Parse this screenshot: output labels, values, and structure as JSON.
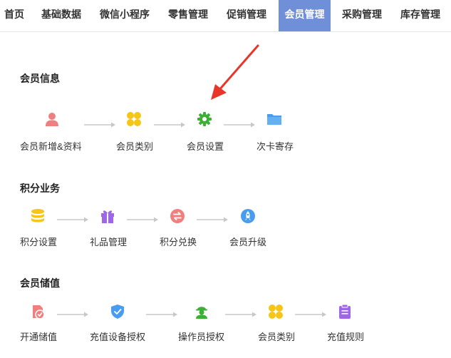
{
  "nav": {
    "tabs": [
      {
        "label": "首页"
      },
      {
        "label": "基础数据"
      },
      {
        "label": "微信小程序"
      },
      {
        "label": "零售管理"
      },
      {
        "label": "促销管理"
      },
      {
        "label": "会员管理"
      },
      {
        "label": "采购管理"
      },
      {
        "label": "库存管理"
      }
    ],
    "active_tab": "会员管理"
  },
  "sections": [
    {
      "title": "会员信息",
      "items": [
        {
          "label": "会员新增&资料",
          "icon": "user-icon",
          "color": "#f08080"
        },
        {
          "label": "会员类别",
          "icon": "clover-icon",
          "color": "#f5c518"
        },
        {
          "label": "会员设置",
          "icon": "gear-icon",
          "color": "#3cb034"
        },
        {
          "label": "次卡寄存",
          "icon": "folder-icon",
          "color": "#4a9cf0"
        }
      ]
    },
    {
      "title": "积分业务",
      "items": [
        {
          "label": "积分设置",
          "icon": "coins-icon",
          "color": "#f5c518"
        },
        {
          "label": "礼品管理",
          "icon": "gift-icon",
          "color": "#a066e8"
        },
        {
          "label": "积分兑换",
          "icon": "exchange-icon",
          "color": "#f08080"
        },
        {
          "label": "会员升级",
          "icon": "rocket-icon",
          "color": "#4a9cf0"
        }
      ]
    },
    {
      "title": "会员储值",
      "items": [
        {
          "label": "开通储值",
          "icon": "card-check-icon",
          "color": "#f08080"
        },
        {
          "label": "充值设备授权",
          "icon": "shield-check-icon",
          "color": "#4a9cf0"
        },
        {
          "label": "操作员授权",
          "icon": "operator-icon",
          "color": "#3cb034"
        },
        {
          "label": "会员类别",
          "icon": "clover-icon",
          "color": "#f5c518"
        },
        {
          "label": "充值规则",
          "icon": "clipboard-icon",
          "color": "#a066e8"
        }
      ]
    }
  ],
  "colors": {
    "accent": "#6f8fd9",
    "annotation_arrow": "#e8362a",
    "flow_arrow": "#c8c8c8"
  }
}
